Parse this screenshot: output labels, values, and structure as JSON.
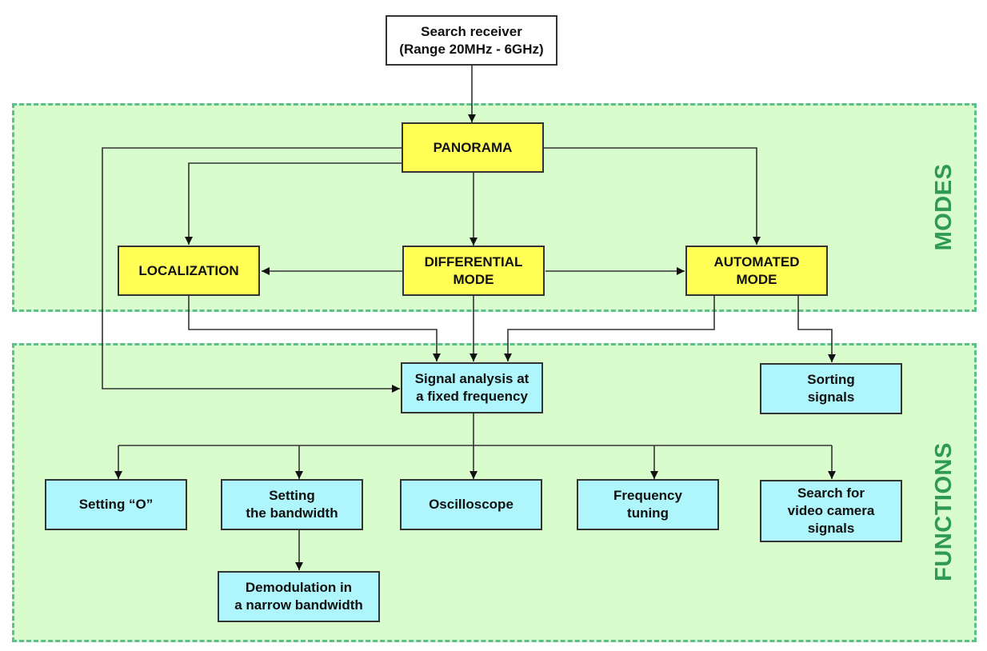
{
  "colors": {
    "region_fill": "#d8fccc",
    "region_border": "#5dbf8e",
    "region_label": "#2f9a55",
    "mode_fill": "#ffff55",
    "function_fill": "#aef6fb",
    "start_fill": "#ffffff",
    "edge": "#333333"
  },
  "regions": {
    "modes": {
      "label": "MODES"
    },
    "functions": {
      "label": "FUNCTIONS"
    }
  },
  "nodes": {
    "search_receiver": {
      "label": "Search receiver\n(Range 20MHz - 6GHz)",
      "type": "start"
    },
    "panorama": {
      "label": "PANORAMA",
      "type": "mode"
    },
    "localization": {
      "label": "LOCALIZATION",
      "type": "mode"
    },
    "differential_mode": {
      "label": "DIFFERENTIAL\nMODE",
      "type": "mode"
    },
    "automated_mode": {
      "label": "AUTOMATED\nMODE",
      "type": "mode"
    },
    "signal_analysis": {
      "label": "Signal analysis at\na fixed frequency",
      "type": "function"
    },
    "sorting_signals": {
      "label": "Sorting\nsignals",
      "type": "function"
    },
    "setting_o": {
      "label": "Setting “O”",
      "type": "function"
    },
    "setting_bandwidth": {
      "label": "Setting\nthe bandwidth",
      "type": "function"
    },
    "oscilloscope": {
      "label": "Oscilloscope",
      "type": "function"
    },
    "frequency_tuning": {
      "label": "Frequency\ntuning",
      "type": "function"
    },
    "search_video_camera": {
      "label": "Search for\nvideo camera\nsignals",
      "type": "function"
    },
    "demodulation": {
      "label": "Demodulation in\na narrow bandwidth",
      "type": "function"
    }
  },
  "edges": [
    {
      "from": "search_receiver",
      "to": "panorama"
    },
    {
      "from": "panorama",
      "to": "localization"
    },
    {
      "from": "panorama",
      "to": "differential_mode"
    },
    {
      "from": "panorama",
      "to": "automated_mode"
    },
    {
      "from": "panorama",
      "to": "signal_analysis"
    },
    {
      "from": "differential_mode",
      "to": "localization"
    },
    {
      "from": "differential_mode",
      "to": "automated_mode"
    },
    {
      "from": "differential_mode",
      "to": "signal_analysis"
    },
    {
      "from": "localization",
      "to": "signal_analysis"
    },
    {
      "from": "automated_mode",
      "to": "signal_analysis"
    },
    {
      "from": "automated_mode",
      "to": "sorting_signals"
    },
    {
      "from": "signal_analysis",
      "to": "setting_o"
    },
    {
      "from": "signal_analysis",
      "to": "setting_bandwidth"
    },
    {
      "from": "signal_analysis",
      "to": "oscilloscope"
    },
    {
      "from": "signal_analysis",
      "to": "frequency_tuning"
    },
    {
      "from": "signal_analysis",
      "to": "search_video_camera"
    },
    {
      "from": "setting_bandwidth",
      "to": "demodulation"
    }
  ]
}
